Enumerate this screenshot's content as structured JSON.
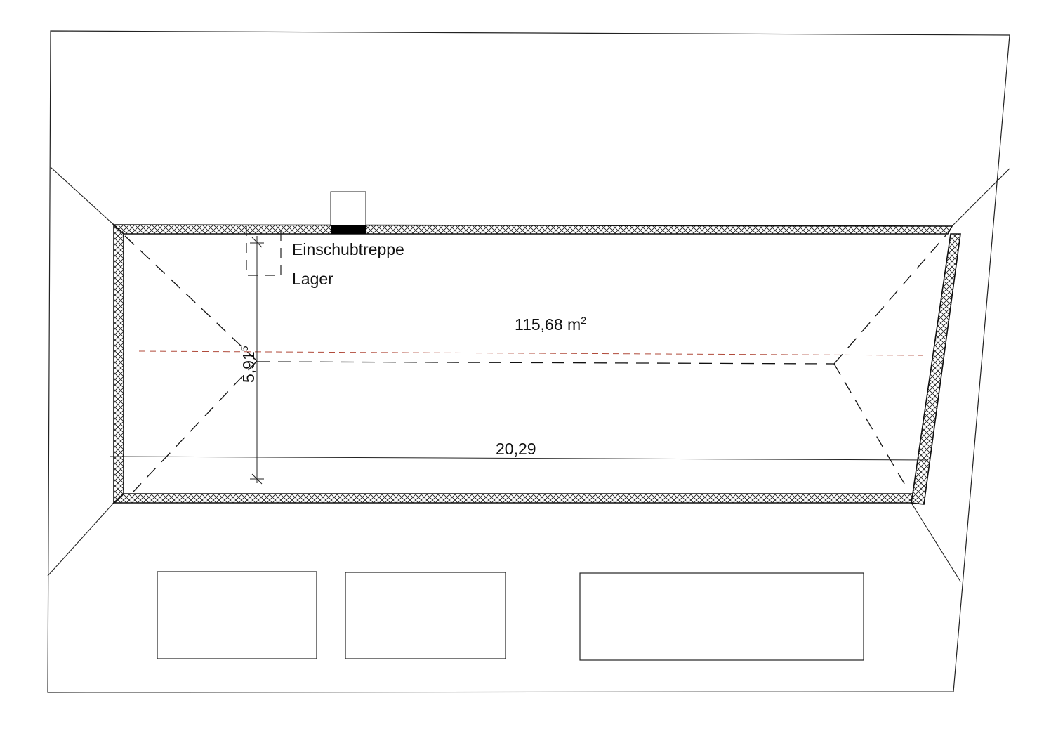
{
  "plan": {
    "labels": {
      "stair": "Einschubtreppe",
      "storage": "Lager",
      "area": "115,68 m",
      "area_unit_sup": "2",
      "width_dim": "20,29",
      "depth_dim": "5,91",
      "depth_dim_sup": "5"
    },
    "colors": {
      "line": "#111111",
      "axis_line": "#b04a3a",
      "chimney": "#000000"
    }
  }
}
